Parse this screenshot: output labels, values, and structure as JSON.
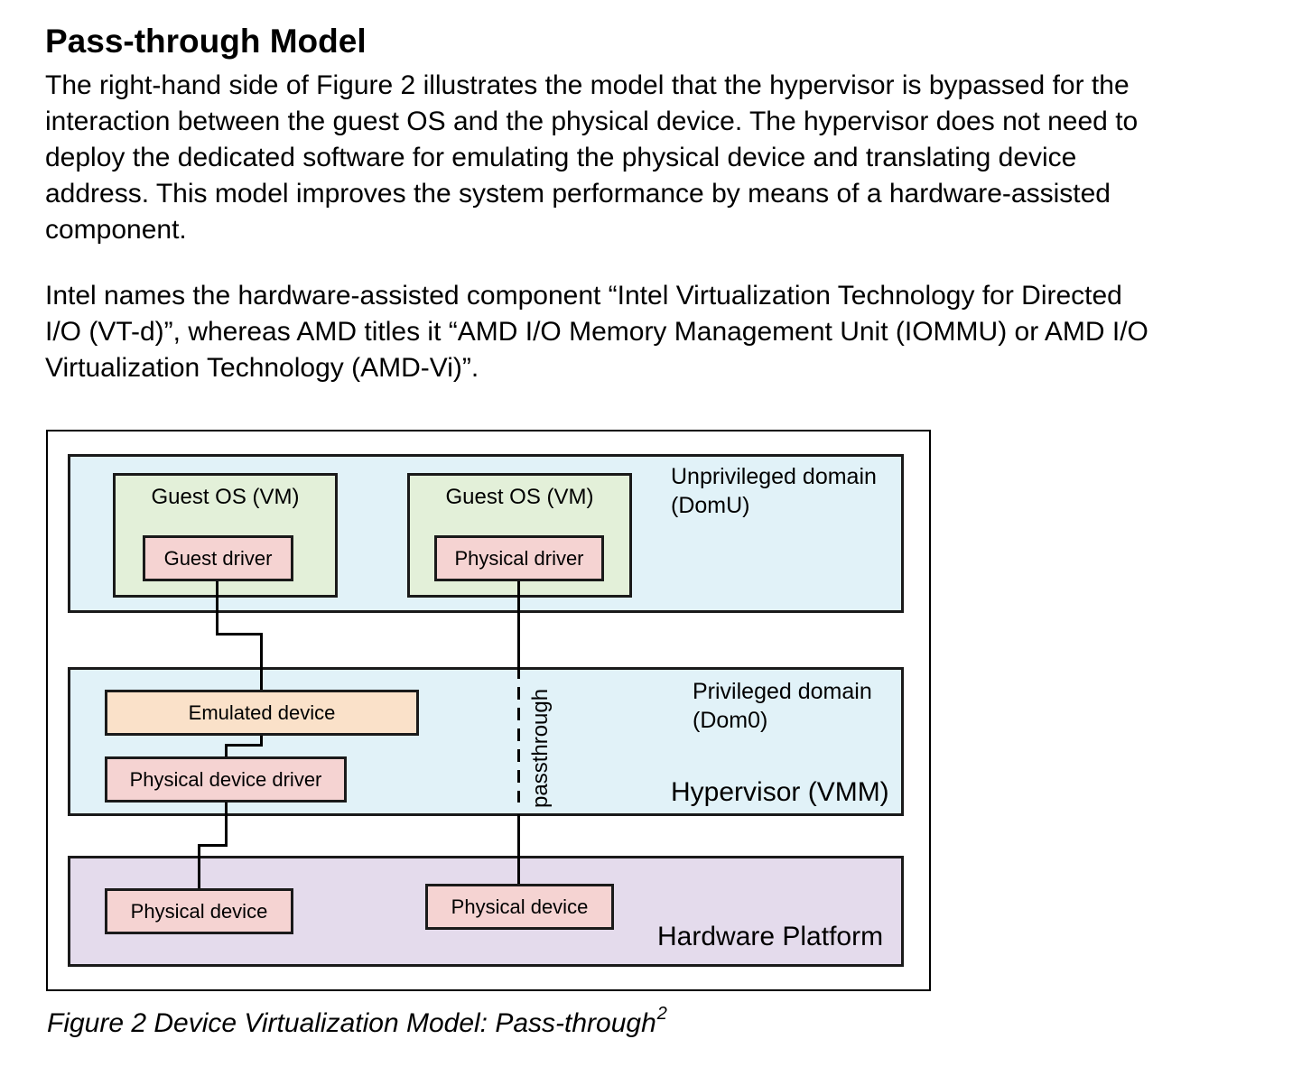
{
  "section": {
    "title": "Pass-through Model",
    "paragraph1_lines": [
      "The right-hand side of Figure 2 illustrates the model that the hypervisor is bypassed for the",
      "interaction between the guest OS and the physical device. The hypervisor does not need to",
      "deploy the dedicated software for emulating the physical device and translating device",
      "address. This model improves the system performance by means of a hardware-assisted",
      "component."
    ],
    "paragraph2_lines": [
      "Intel names the hardware-assisted component “Intel Virtualization Technology for Directed",
      "I/O (VT-d)”, whereas AMD titles it “AMD I/O Memory Management Unit (IOMMU) or AMD I/O",
      "Virtualization Technology (AMD-Vi)”."
    ]
  },
  "figure": {
    "unprivileged_domain": [
      "Unprivileged domain",
      "(DomU)"
    ],
    "privileged_domain": [
      "Privileged domain",
      "(Dom0)"
    ],
    "hypervisor": "Hypervisor (VMM)",
    "hardware_platform": "Hardware Platform",
    "guest_os_left": "Guest OS (VM)",
    "guest_os_right": "Guest OS (VM)",
    "guest_driver": "Guest driver",
    "physical_driver": "Physical driver",
    "emulated_device": "Emulated device",
    "physical_device_driver": "Physical device driver",
    "physical_device_left": "Physical device",
    "physical_device_right": "Physical device",
    "passthrough_label": "passthrough",
    "caption": "Figure 2   Device Virtualization Model: Pass-through",
    "caption_footnote": "2"
  }
}
